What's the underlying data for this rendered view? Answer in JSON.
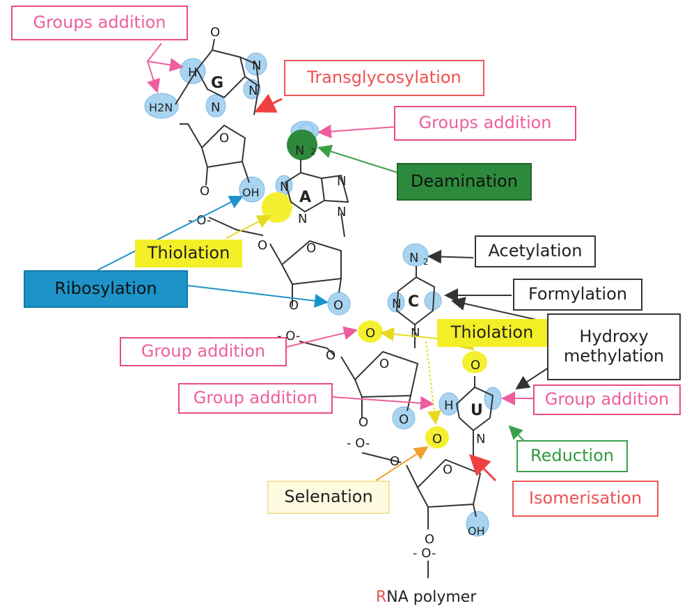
{
  "labels": {
    "groups_addition_top": "Groups addition",
    "transglycosylation": "Transglycosylation",
    "groups_addition_right": "Groups addition",
    "deamination": "Deamination",
    "thiolation_left": "Thiolation",
    "ribosylation": "Ribosylation",
    "acetylation": "Acetylation",
    "formylation": "Formylation",
    "thiolation_right": "Thiolation",
    "hydroxy_methylation_line1": "Hydroxy",
    "hydroxy_methylation_line2": "methylation",
    "group_addition_left": "Group addition",
    "group_addition_mid": "Group addition",
    "group_addition_right": "Group addition",
    "reduction": "Reduction",
    "selenation": "Selenation",
    "isomerisation": "Isomerisation"
  },
  "bases": {
    "guanine": "G",
    "adenine": "A",
    "cytosine": "C",
    "uracil": "U"
  },
  "atoms": {
    "o": "O",
    "n": "N",
    "h": "H",
    "oh": "OH",
    "h2n": "H2N",
    "n2": "N",
    "sub2": "2",
    "ring_o": "O",
    "phosphate": "- O-"
  },
  "caption": {
    "first_letter": "R",
    "rest": "NA polymer"
  },
  "colors": {
    "pink": "#ee5e9c",
    "red": "#ee5050",
    "green": "#2d8a3c",
    "blue": "#1d93c9",
    "yellow": "#f3ef26",
    "site_blue": "#9fd0f0"
  }
}
